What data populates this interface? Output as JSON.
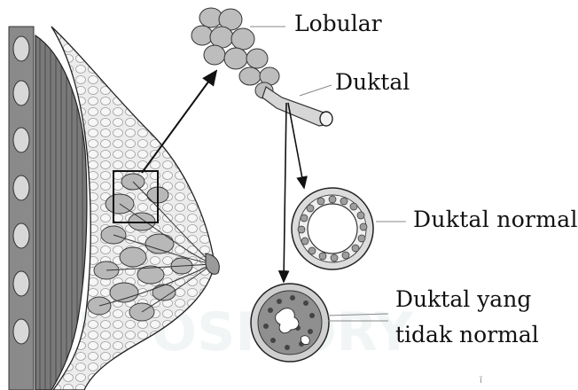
{
  "labels": {
    "lobular": "Lobular",
    "duktal": "Duktal",
    "duktal_normal": "Duktal normal",
    "abnormal_line1": "Duktal yang",
    "abnormal_line2": "tidak normal"
  },
  "watermark": "DIGITAL REPOSITORY UNIVERSITAS JEMBER",
  "colors": {
    "ink": "#1a1a1a",
    "tissue_fill": "#e4e4e4",
    "lobule_fill": "#bdbdbd",
    "muscle_fill": "#6e6e6e",
    "background": "#ffffff",
    "watermark": "#e9eef1"
  }
}
